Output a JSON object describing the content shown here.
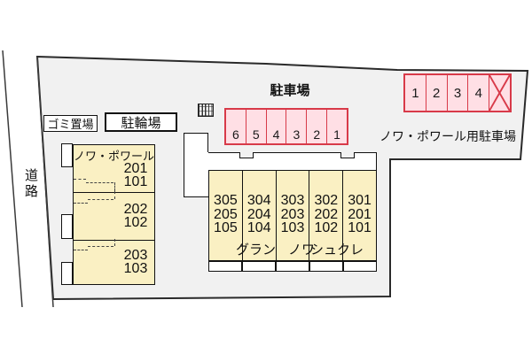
{
  "colors": {
    "site_fill": "#f1f1f1",
    "outline": "#2a2a2a",
    "parking_fill": "#ffdfe5",
    "parking_border": "#d83a49",
    "building_fill": "#faf0c3",
    "label_box_fill": "#ffffff"
  },
  "road": {
    "label": "道路"
  },
  "facilities": {
    "garbage": "ゴミ置場",
    "bicycle": "駐輪場",
    "parking_area": "駐車場",
    "noix_parking": "ノワ・ポワール用駐車場"
  },
  "left_building": {
    "name": "ノワ・ポワール",
    "units": [
      {
        "upper": "201",
        "lower": "101"
      },
      {
        "upper": "202",
        "lower": "102"
      },
      {
        "upper": "203",
        "lower": "103"
      }
    ]
  },
  "main_building": {
    "name_parts": [
      "グラン",
      "ノワ",
      "シュクレ"
    ],
    "columns": [
      {
        "rows": [
          "305",
          "205",
          "105"
        ]
      },
      {
        "rows": [
          "304",
          "204",
          "104"
        ]
      },
      {
        "rows": [
          "303",
          "203",
          "103"
        ]
      },
      {
        "rows": [
          "302",
          "202",
          "102"
        ]
      },
      {
        "rows": [
          "301",
          "201",
          "101"
        ]
      }
    ]
  },
  "middle_parking": {
    "spaces": [
      "6",
      "5",
      "4",
      "3",
      "2",
      "1"
    ]
  },
  "upper_right_parking": {
    "spaces": [
      "1",
      "2",
      "3",
      "4"
    ],
    "crossed_space": "X"
  }
}
